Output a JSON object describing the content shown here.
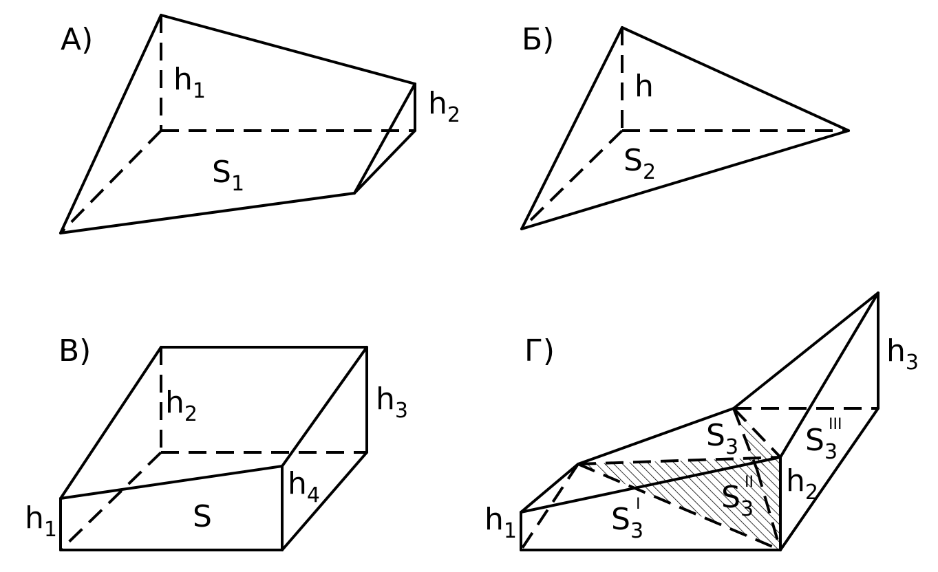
{
  "colors": {
    "line": "#000000",
    "background": "#ffffff"
  },
  "panels": [
    {
      "id": "A",
      "label": "А)",
      "labels": [
        {
          "id": "h1",
          "base": "h",
          "sub": "1"
        },
        {
          "id": "h2",
          "base": "h",
          "sub": "2"
        },
        {
          "id": "s1",
          "base": "S",
          "sub": "1"
        }
      ]
    },
    {
      "id": "B",
      "label": "Б)",
      "labels": [
        {
          "id": "h",
          "base": "h",
          "sub": ""
        },
        {
          "id": "s2",
          "base": "S",
          "sub": "2"
        }
      ]
    },
    {
      "id": "V",
      "label": "В)",
      "labels": [
        {
          "id": "h2",
          "base": "h",
          "sub": "2"
        },
        {
          "id": "h3",
          "base": "h",
          "sub": "3"
        },
        {
          "id": "h4",
          "base": "h",
          "sub": "4"
        },
        {
          "id": "h1",
          "base": "h",
          "sub": "1"
        },
        {
          "id": "s",
          "base": "S",
          "sub": ""
        }
      ]
    },
    {
      "id": "G",
      "label": "Г)",
      "labels": [
        {
          "id": "h3",
          "base": "h",
          "sub": "3"
        },
        {
          "id": "h2",
          "base": "h",
          "sub": "2"
        },
        {
          "id": "h1",
          "base": "h",
          "sub": "1"
        },
        {
          "id": "s3",
          "base": "S",
          "sub": "3",
          "sup": ""
        },
        {
          "id": "s3-i",
          "base": "S",
          "sub": "3",
          "sup": "I"
        },
        {
          "id": "s3-ii",
          "base": "S",
          "sub": "3",
          "sup": "II"
        },
        {
          "id": "s3-iii",
          "base": "S",
          "sub": "3",
          "sup": "III"
        }
      ]
    }
  ]
}
